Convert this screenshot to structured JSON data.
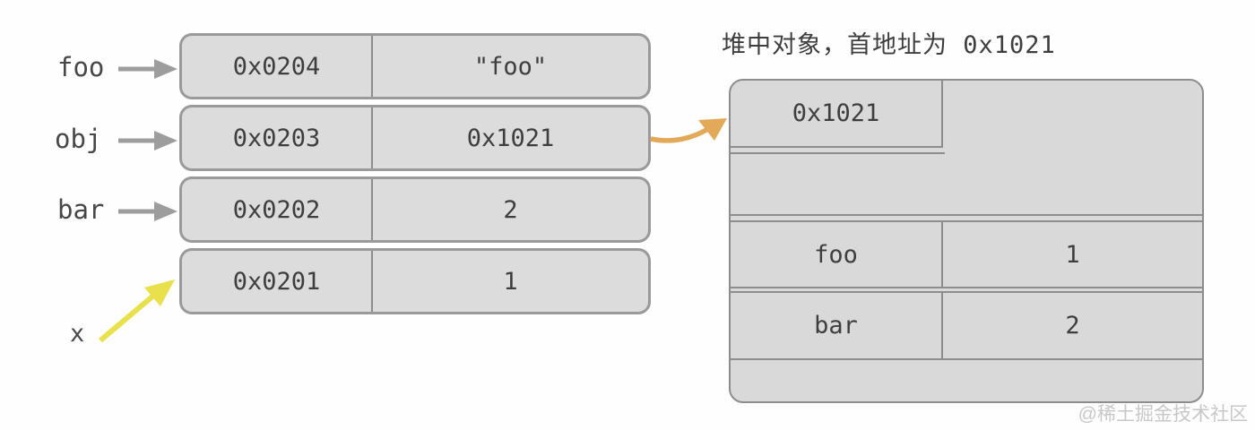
{
  "stack": {
    "pointer_labels": [
      "foo",
      "obj",
      "bar",
      "x"
    ],
    "rows": [
      {
        "address": "0x0204",
        "value": "\"foo\""
      },
      {
        "address": "0x0203",
        "value": "0x1021"
      },
      {
        "address": "0x0202",
        "value": "2"
      },
      {
        "address": "0x0201",
        "value": "1"
      }
    ]
  },
  "heap": {
    "title": "堆中对象，首地址为 0x1021",
    "header_address": "0x1021",
    "fields": [
      {
        "key": "foo",
        "value": "1"
      },
      {
        "key": "bar",
        "value": "2"
      }
    ]
  },
  "icons": {
    "gray_pointer_arrow": "right-arrow",
    "yellow_pointer_arrow": "up-right-arrow",
    "orange_reference_arrow": "curved-right-arrow"
  },
  "colors": {
    "cell_fill": "#dcdcdc",
    "heap_fill": "#d9d9d9",
    "border_gray": "#9a9a9a",
    "line_gray": "#8d8d8d",
    "text_dark": "#3e3e3e",
    "arrow_gray": "#9d9d9d",
    "arrow_yellow": "#e8e14c",
    "arrow_orange": "#e2aa58",
    "watermark_gray": "#c8c8c8"
  },
  "watermark": "@稀土掘金技术社区"
}
